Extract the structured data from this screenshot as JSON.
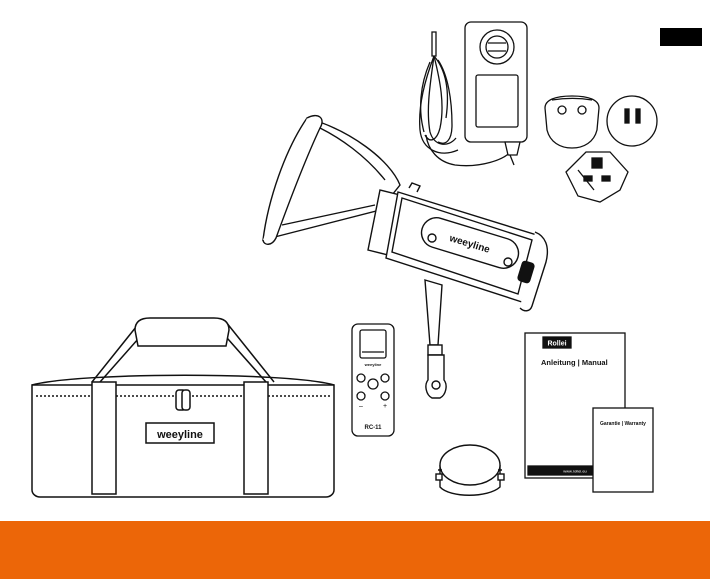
{
  "colors": {
    "accent": "#ec6608",
    "ink": "#111111",
    "paper": "#ffffff"
  },
  "bag": {
    "brand": "weeyline"
  },
  "light_head": {
    "brand": "weeyline"
  },
  "remote": {
    "brand": "weeyline",
    "model": "RC-11"
  },
  "manual": {
    "brand": "Rollei",
    "title": "Anleitung | Manual",
    "url": "www.rollei.eu"
  },
  "warranty": {
    "title": "Garantie | Warranty"
  }
}
